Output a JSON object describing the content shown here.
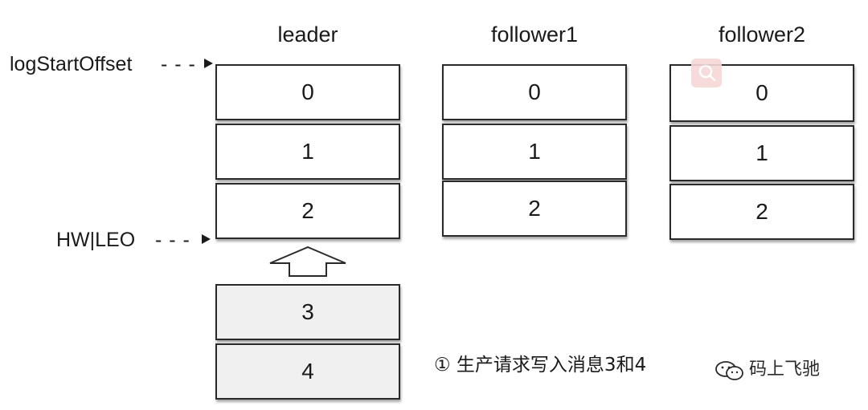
{
  "columns": [
    {
      "title": "leader",
      "cells": [
        "0",
        "1",
        "2"
      ]
    },
    {
      "title": "follower1",
      "cells": [
        "0",
        "1",
        "2"
      ]
    },
    {
      "title": "follower2",
      "cells": [
        "0",
        "1",
        "2"
      ]
    }
  ],
  "pending_cells": [
    "3",
    "4"
  ],
  "pointers": {
    "log_start_offset": "logStartOffset",
    "hw_leo": "HW|LEO",
    "dash": "- - -"
  },
  "note": "① 生产请求写入消息3和4",
  "watermark": {
    "icon": "search-icon",
    "text": "码上飞驰",
    "wechat_icon": "wechat-icon"
  }
}
